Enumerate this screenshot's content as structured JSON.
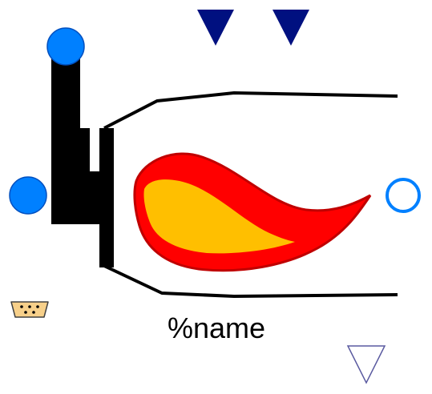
{
  "component": {
    "name_label": "%name"
  },
  "colors": {
    "outline": "#000000",
    "port_fill": "#0080ff",
    "port_stroke": "#0050c0",
    "signal_triangle": "#001080",
    "flame_outer": "#ff0000",
    "flame_outer_stroke": "#c00000",
    "flame_inner": "#ffbf00",
    "connector_fill": "#f7d08a",
    "connector_stroke": "#404040",
    "output_triangle_stroke": "#5a5aa0"
  },
  "icons": {
    "fuel_inlet_port": "filled-circle-port",
    "air_inlet_port": "filled-circle-port",
    "exhaust_outlet_port": "hollow-circle-port",
    "control_inputs": "filled-down-triangle",
    "output_signal": "hollow-down-triangle",
    "bus_connector": "dsub-connector",
    "flame": "flame-shape",
    "pipe": "fuel-pipe"
  }
}
